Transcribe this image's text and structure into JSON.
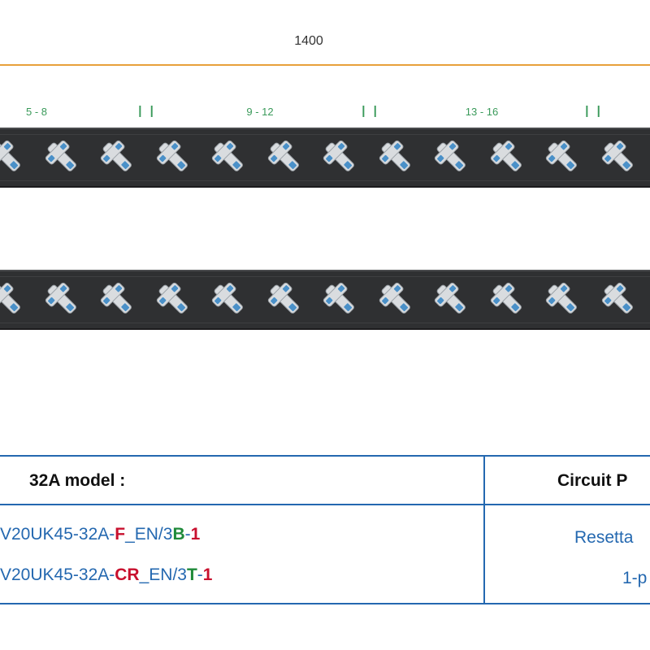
{
  "dimension": {
    "label": "1400"
  },
  "outlet_groups": [
    "5 - 8",
    "9 - 12",
    "13 - 16"
  ],
  "separators": [
    "| |",
    "| |",
    "| |"
  ],
  "strips": [
    {
      "name": "upper-strip",
      "outlet_count": 12
    },
    {
      "name": "lower-strip",
      "outlet_count": 12
    }
  ],
  "table": {
    "headers": [
      "32A model :",
      "Circuit P"
    ],
    "rows": [
      {
        "model_parts": [
          {
            "text": "V20UK45-32A-",
            "style": "normal"
          },
          {
            "text": "F",
            "style": "red"
          },
          {
            "text": "_EN/3",
            "style": "normal"
          },
          {
            "text": "B",
            "style": "green"
          },
          {
            "text": "-",
            "style": "normal"
          },
          {
            "text": "1",
            "style": "red"
          }
        ],
        "protection": "Resetta"
      },
      {
        "model_parts": [
          {
            "text": "V20UK45-32A-",
            "style": "normal"
          },
          {
            "text": "CR",
            "style": "red"
          },
          {
            "text": "_EN/3",
            "style": "normal"
          },
          {
            "text": "T",
            "style": "green"
          },
          {
            "text": "-",
            "style": "normal"
          },
          {
            "text": "1",
            "style": "red"
          }
        ],
        "protection": "1-p"
      }
    ]
  },
  "colors": {
    "dimension_line": "#e8a03a",
    "group_label": "#3a9a5a",
    "strip_body": "#2f3032",
    "socket_face": "#d9dcdf",
    "socket_pin": "#4a90c8",
    "table_border": "#2468b0",
    "code_red": "#c8102e",
    "code_green": "#1f8a3a"
  }
}
